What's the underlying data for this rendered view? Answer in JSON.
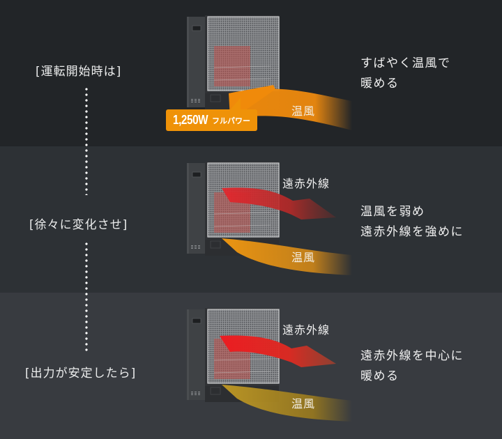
{
  "stages": [
    {
      "label": "[運転開始時は]",
      "description": "すばやく温風で\n暖める",
      "warm_air_label": "温風",
      "badge": {
        "watt": "1,250W",
        "sub": "フルパワー"
      },
      "background": "#222528"
    },
    {
      "label": "[徐々に変化させ]",
      "description": "温風を弱め\n遠赤外線を強めに",
      "infrared_label": "遠赤外線",
      "warm_air_label": "温風",
      "background": "#2d3135"
    },
    {
      "label": "[出力が安定したら]",
      "description": "遠赤外線を中心に\n暖める",
      "infrared_label": "遠赤外線",
      "warm_air_label": "温風",
      "background": "#383b40"
    }
  ],
  "colors": {
    "warm_air_strong": "#f08a0a",
    "warm_air_mid": "#e8920f",
    "warm_air_weak": "#b8861a",
    "infrared": "#e8191e",
    "badge": "#ef9208"
  }
}
